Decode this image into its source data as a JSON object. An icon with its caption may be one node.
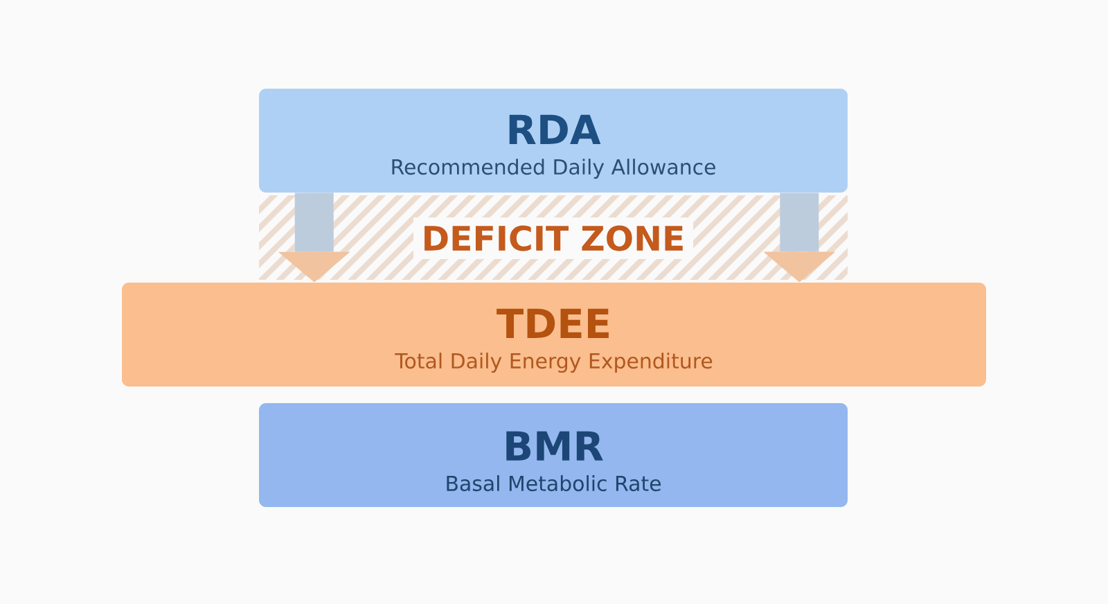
{
  "diagram": {
    "nodes": [
      {
        "text": [
          "RDA",
          "Recommended Daily Allowance"
        ]
      },
      {
        "text": [
          "TDEE",
          "Total Daily Energy Expenditure"
        ]
      },
      {
        "text": [
          "BMR",
          "Basal Metabolic Rate"
        ]
      }
    ],
    "edges": [
      {
        "from": 0,
        "to": 1,
        "arrow": "to"
      },
      {
        "from": 0,
        "to": 1,
        "arrow": "to"
      }
    ],
    "labels": [
      "DEFICIT ZONE"
    ]
  }
}
